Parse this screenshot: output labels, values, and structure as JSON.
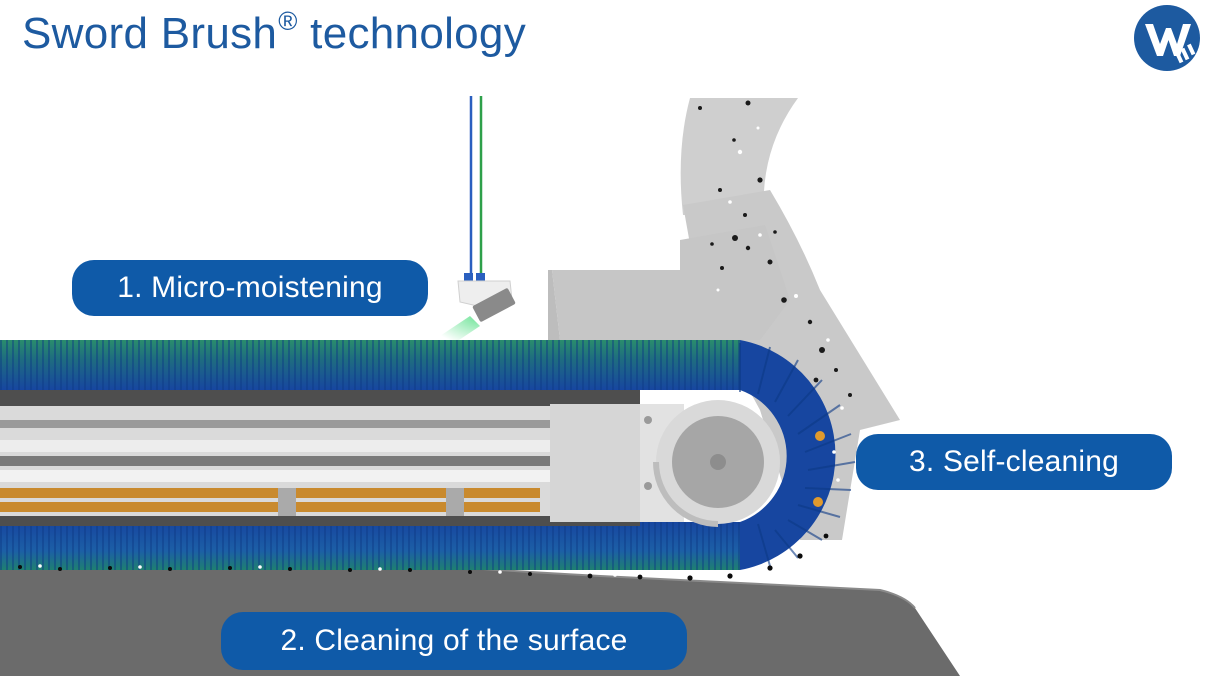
{
  "title": {
    "text": "Sword Brush",
    "mark": "®",
    "text_after": " technology"
  },
  "labels": {
    "step1": "1. Micro-moistening",
    "step2": "2. Cleaning of the surface",
    "step3": "3. Self-cleaning"
  },
  "colors": {
    "brand_blue": "#1d5aa0",
    "pill_blue": "#0f5aa8",
    "brush_blue": "#1a4fa6",
    "brush_green": "#1f7a6a",
    "housing_gray": "#c8c8c8",
    "floor_gray": "#6e6e6e",
    "water_blue": "#2a5fbf",
    "water_green": "#2ea04a",
    "spray_green": "#4fd07a",
    "orange_rod": "#c98a2e"
  },
  "icons": {
    "logo": "wetrok-logo-icon",
    "nozzle": "nozzle-icon"
  }
}
